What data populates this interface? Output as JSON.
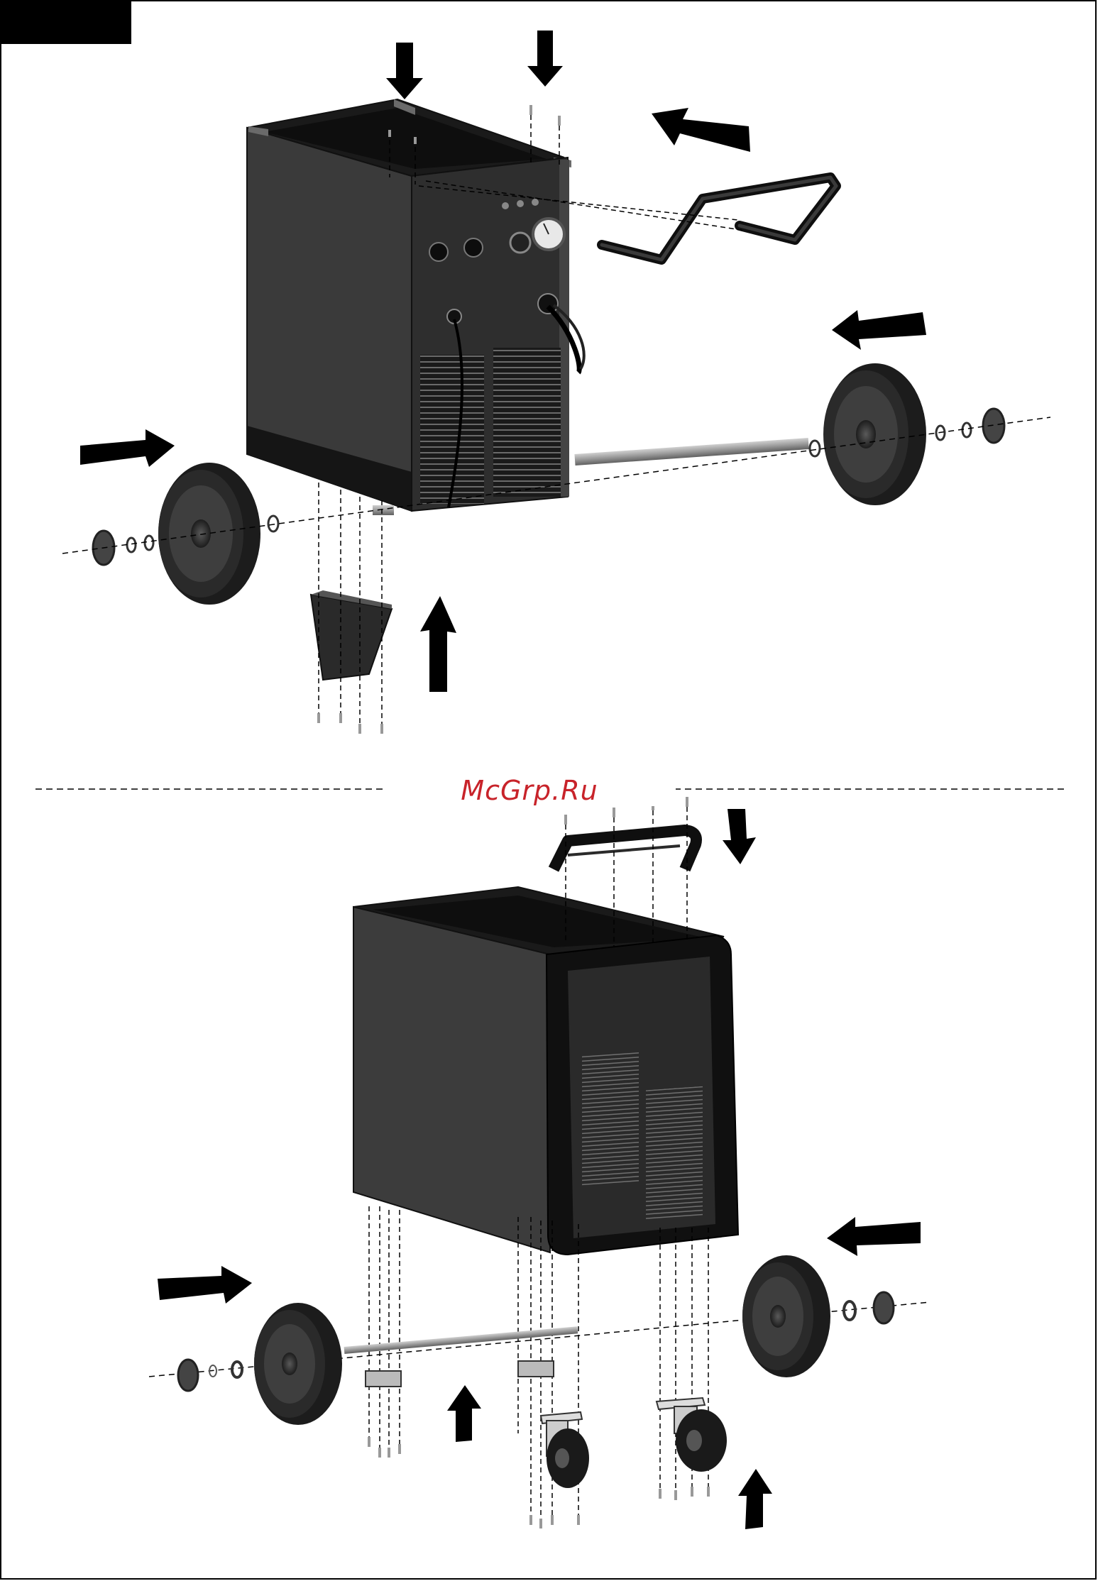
{
  "watermark": {
    "text": "McGrp.Ru",
    "color": "#c8232a"
  },
  "diagram": {
    "colors": {
      "body": "#3a3a3a",
      "body_dark": "#1e1e1e",
      "body_light": "#555555",
      "arrow": "#000000",
      "axle": "#9a9a9a",
      "tire": "#222222",
      "hub": "#3c3c3c",
      "frame": "#000000",
      "dash": "#000000"
    },
    "icons": [
      "arrow-icon",
      "screw-icon",
      "washer-icon",
      "wheel-icon",
      "caster-icon",
      "handle-icon"
    ],
    "panels": [
      "rear-wheel-assembly",
      "front-handle-and-caster-assembly"
    ]
  }
}
